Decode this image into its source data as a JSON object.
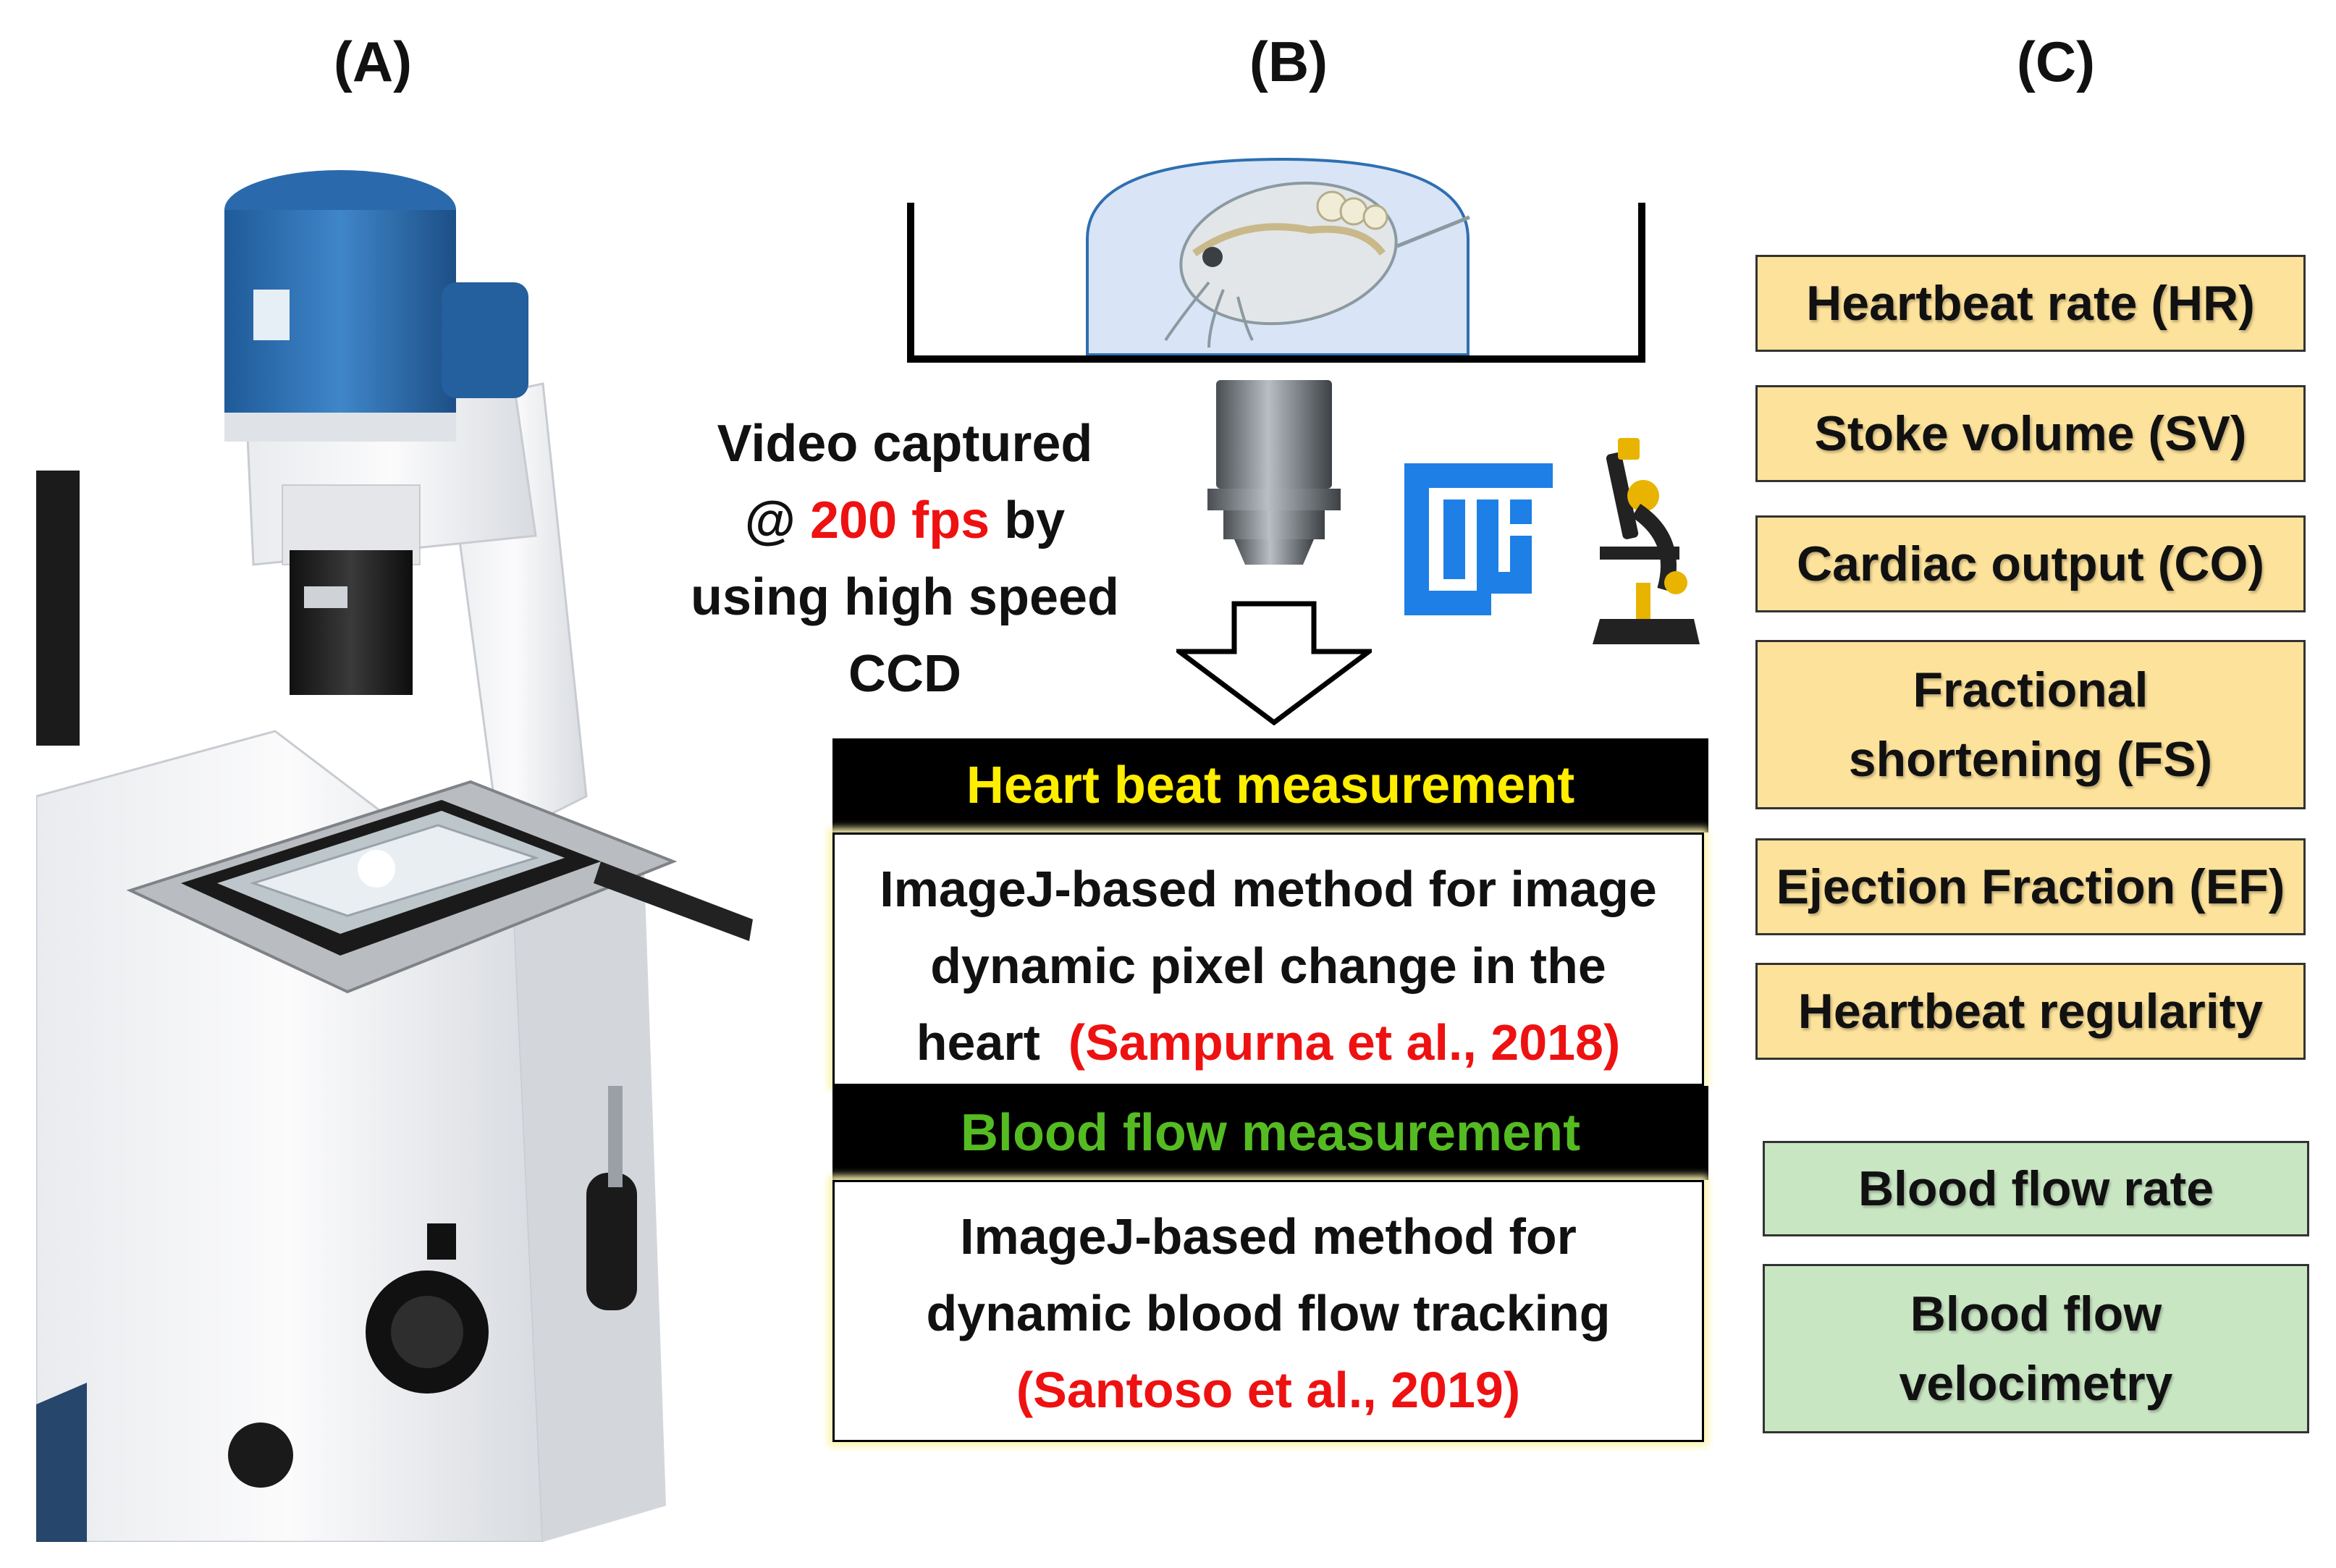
{
  "panels": {
    "a": "(A)",
    "b": "(B)",
    "c": "(C)"
  },
  "panel_b": {
    "caption": {
      "line1": "Video captured",
      "line2_prefix": "@ ",
      "line2_highlight": "200 fps",
      "line2_suffix": " by",
      "line3": "using high speed",
      "line4": "CCD"
    },
    "heart": {
      "title": "Heart beat measurement",
      "line1": "ImageJ-based method for image",
      "line2": "dynamic pixel change in the",
      "line3_prefix": "heart",
      "citation": "(Sampurna et al., 2018)"
    },
    "blood": {
      "title": "Blood flow measurement",
      "line1": "ImageJ-based method for",
      "line2": "dynamic blood flow tracking",
      "citation": "(Santoso et al., 2019)"
    }
  },
  "panel_c": {
    "cardiac_metrics": [
      "Heartbeat rate (HR)",
      "Stoke volume (SV)",
      "Cardiac output (CO)",
      "Fractional shortening (FS)",
      "Ejection Fraction (EF)",
      "Heartbeat regularity"
    ],
    "blood_metrics": [
      "Blood flow rate",
      "Blood flow velocimetry"
    ]
  },
  "colors": {
    "highlight_red": "#ee1111",
    "heart_title": "#ffee00",
    "blood_title": "#55bb22",
    "cardiac_box": "#fde29b",
    "blood_box": "#c9e6c3",
    "microscope_blue": "#2f6fb0"
  },
  "icons": [
    "inverted-microscope-photo",
    "daphnia-icon",
    "objective-lens-icon",
    "fiji-logo-icon",
    "microscope-icon",
    "down-arrow-icon"
  ]
}
